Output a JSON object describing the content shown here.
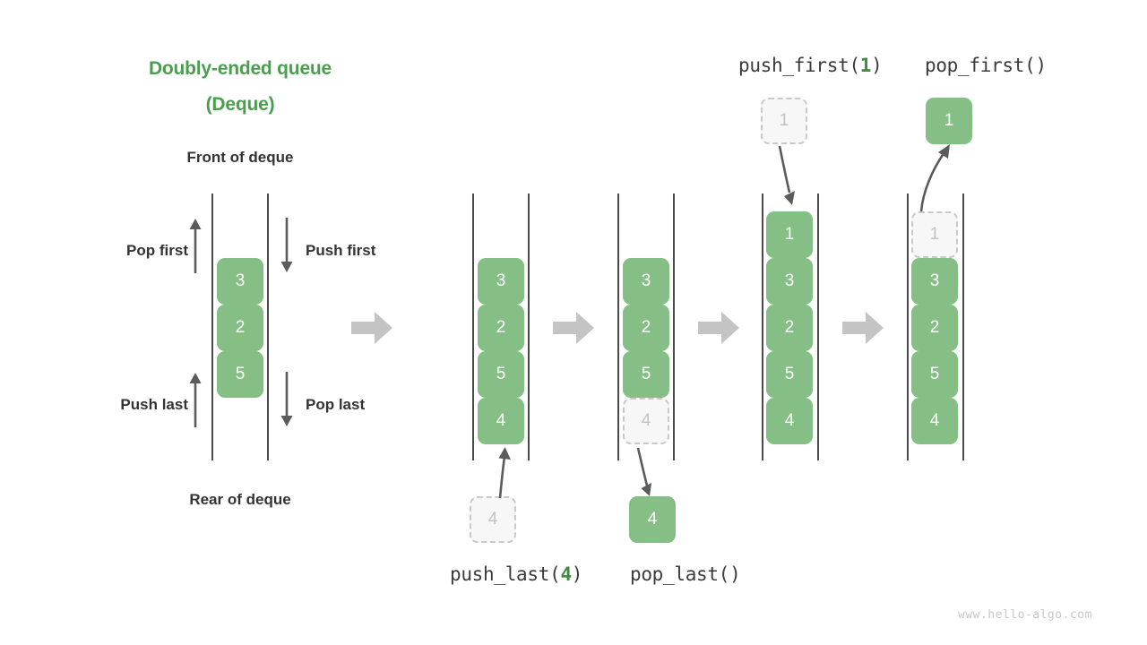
{
  "diagram": {
    "title_line1": "Doubly-ended queue",
    "title_line2": "(Deque)",
    "front_label": "Front of deque",
    "rear_label": "Rear of deque",
    "watermark": "www.hello-algo.com",
    "accent_green": "#4a9e4f",
    "box_green": "#85bf85",
    "ghost_gray": "#c9c9c9",
    "arrow_gray": "#c4c4c4",
    "rail_gray": "#4a4a4a"
  },
  "side_labels": {
    "pop_first": "Pop first",
    "push_first": "Push first",
    "push_last": "Push last",
    "pop_last": "Pop last"
  },
  "operations": {
    "push_last": {
      "name": "push_last",
      "open": "(",
      "arg": "4",
      "close": ")"
    },
    "pop_last": {
      "name": "pop_last",
      "open": "(",
      "arg": "",
      "close": ")"
    },
    "push_first": {
      "name": "push_first",
      "open": "(",
      "arg": "1",
      "close": ")"
    },
    "pop_first": {
      "name": "pop_first",
      "open": "(",
      "arg": "",
      "close": ")"
    }
  },
  "columns": [
    {
      "id": "initial",
      "caption": "",
      "items": [
        {
          "value": "3",
          "state": "solid"
        },
        {
          "value": "2",
          "state": "solid"
        },
        {
          "value": "5",
          "state": "solid"
        }
      ],
      "external": null
    },
    {
      "id": "after-push-last",
      "caption": "push_last(4)",
      "items": [
        {
          "value": "3",
          "state": "solid"
        },
        {
          "value": "2",
          "state": "solid"
        },
        {
          "value": "5",
          "state": "solid"
        },
        {
          "value": "4",
          "state": "solid"
        }
      ],
      "external": {
        "value": "4",
        "state": "ghost",
        "position": "below",
        "direction": "in"
      }
    },
    {
      "id": "after-pop-last",
      "caption": "pop_last()",
      "items": [
        {
          "value": "3",
          "state": "solid"
        },
        {
          "value": "2",
          "state": "solid"
        },
        {
          "value": "5",
          "state": "solid"
        },
        {
          "value": "4",
          "state": "ghost"
        }
      ],
      "external": {
        "value": "4",
        "state": "solid",
        "position": "below",
        "direction": "out"
      }
    },
    {
      "id": "after-push-first",
      "caption": "push_first(1)",
      "items": [
        {
          "value": "1",
          "state": "solid"
        },
        {
          "value": "3",
          "state": "solid"
        },
        {
          "value": "2",
          "state": "solid"
        },
        {
          "value": "5",
          "state": "solid"
        },
        {
          "value": "4",
          "state": "solid"
        }
      ],
      "external": {
        "value": "1",
        "state": "ghost",
        "position": "above",
        "direction": "in"
      }
    },
    {
      "id": "after-pop-first",
      "caption": "pop_first()",
      "items": [
        {
          "value": "1",
          "state": "ghost"
        },
        {
          "value": "3",
          "state": "solid"
        },
        {
          "value": "2",
          "state": "solid"
        },
        {
          "value": "5",
          "state": "solid"
        },
        {
          "value": "4",
          "state": "solid"
        }
      ],
      "external": {
        "value": "1",
        "state": "solid",
        "position": "above",
        "direction": "out"
      }
    }
  ]
}
